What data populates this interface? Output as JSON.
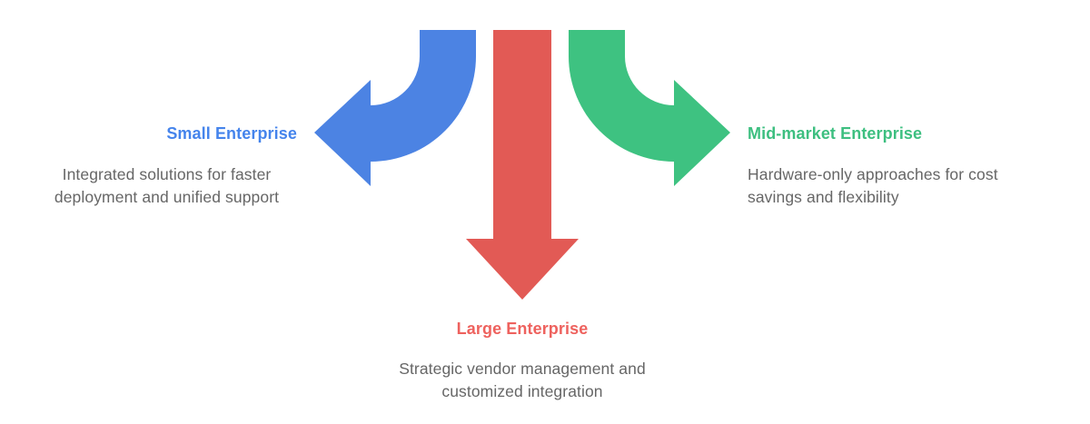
{
  "diagram": {
    "background_color": "#ffffff",
    "description_text_color": "#666666",
    "branches": [
      {
        "title": "Small Enterprise",
        "title_color": "#4584ec",
        "arrow_color": "#4c83e3",
        "arrow_direction": "curved-down-left",
        "description_lines": [
          "Integrated solutions for faster",
          "deployment and unified support"
        ]
      },
      {
        "title": "Large Enterprise",
        "title_color": "#ee625e",
        "arrow_color": "#e25a55",
        "arrow_direction": "straight-down",
        "description_lines": [
          "Strategic vendor management and",
          "customized integration"
        ]
      },
      {
        "title": "Mid-market Enterprise",
        "title_color": "#3dbf80",
        "arrow_color": "#3ec281",
        "arrow_direction": "curved-down-right",
        "description_lines": [
          "Hardware-only approaches for cost",
          "savings and flexibility"
        ]
      }
    ]
  }
}
